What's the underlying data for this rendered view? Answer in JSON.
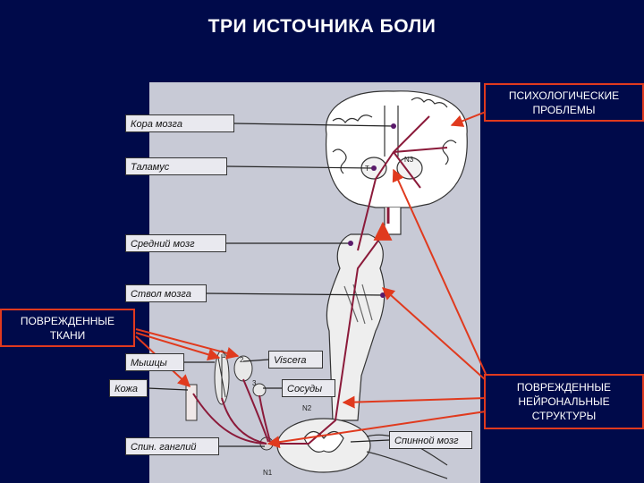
{
  "title": "ТРИ ИСТОЧНИКА БОЛИ",
  "labels": {
    "cortex": "Кора мозга",
    "thalamus": "Таламус",
    "midbrain": "Средний мозг",
    "brainstem": "Ствол мозга",
    "muscles": "Мышцы",
    "skin": "Кожа",
    "viscera": "Viscera",
    "vessels": "Сосуды",
    "spinal_ganglion": "Спин. ганглий",
    "spinal_cord": "Спинной мозг"
  },
  "boxes": {
    "psychological": "ПСИХОЛОГИЧЕСКИЕ ПРОБЛЕМЫ",
    "damaged_tissues": "ПОВРЕЖДЕННЫЕ ТКАНИ",
    "damaged_neural": "ПОВРЕЖДЕННЫЕ НЕЙРОНАЛЬНЫЕ СТРУКТУРЫ"
  },
  "markers": {
    "n1": "N1",
    "n2": "N2",
    "n3": "N3",
    "t": "T",
    "one": "1",
    "two": "2",
    "three": "3"
  },
  "colors": {
    "background": "#000a4a",
    "panel": "#c8cad6",
    "arrow": "#e03a1e",
    "pathway": "#8b1a3a"
  }
}
